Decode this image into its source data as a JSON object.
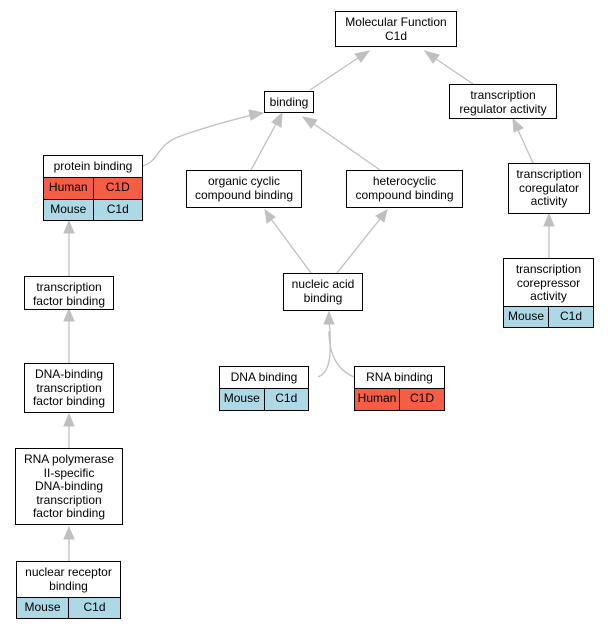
{
  "colors": {
    "edge": "#c0c0c0",
    "human": "#f55d45",
    "mouse": "#add8e6"
  },
  "nodes": {
    "molecular_function": {
      "label": "Molecular Function\nC1d"
    },
    "binding": {
      "label": "binding"
    },
    "transcription_regulator_activity": {
      "label": "transcription\nregulator activity"
    },
    "protein_binding": {
      "label": "protein binding",
      "human": {
        "species": "Human",
        "gene": "C1D"
      },
      "mouse": {
        "species": "Mouse",
        "gene": "C1d"
      }
    },
    "organic_cyclic_compound_binding": {
      "label": "organic cyclic\ncompound binding"
    },
    "heterocyclic_compound_binding": {
      "label": "heterocyclic\ncompound binding"
    },
    "transcription_coregulator_activity": {
      "label": "transcription\ncoregulator\nactivity"
    },
    "transcription_factor_binding": {
      "label": "transcription\nfactor binding"
    },
    "nucleic_acid_binding": {
      "label": "nucleic acid\nbinding"
    },
    "transcription_corepressor_activity": {
      "label": "transcription\ncorepressor\nactivity",
      "mouse": {
        "species": "Mouse",
        "gene": "C1d"
      }
    },
    "dna_binding_tf_binding": {
      "label": "DNA-binding\ntranscription\nfactor binding"
    },
    "dna_binding": {
      "label": "DNA binding",
      "mouse": {
        "species": "Mouse",
        "gene": "C1d"
      }
    },
    "rna_binding": {
      "label": "RNA binding",
      "human": {
        "species": "Human",
        "gene": "C1D"
      }
    },
    "rna_pol_ii_dna_binding_tf_binding": {
      "label": "RNA polymerase\nII-specific\nDNA-binding\ntranscription\nfactor binding"
    },
    "nuclear_receptor_binding": {
      "label": "nuclear receptor\nbinding",
      "mouse": {
        "species": "Mouse",
        "gene": "C1d"
      }
    }
  }
}
